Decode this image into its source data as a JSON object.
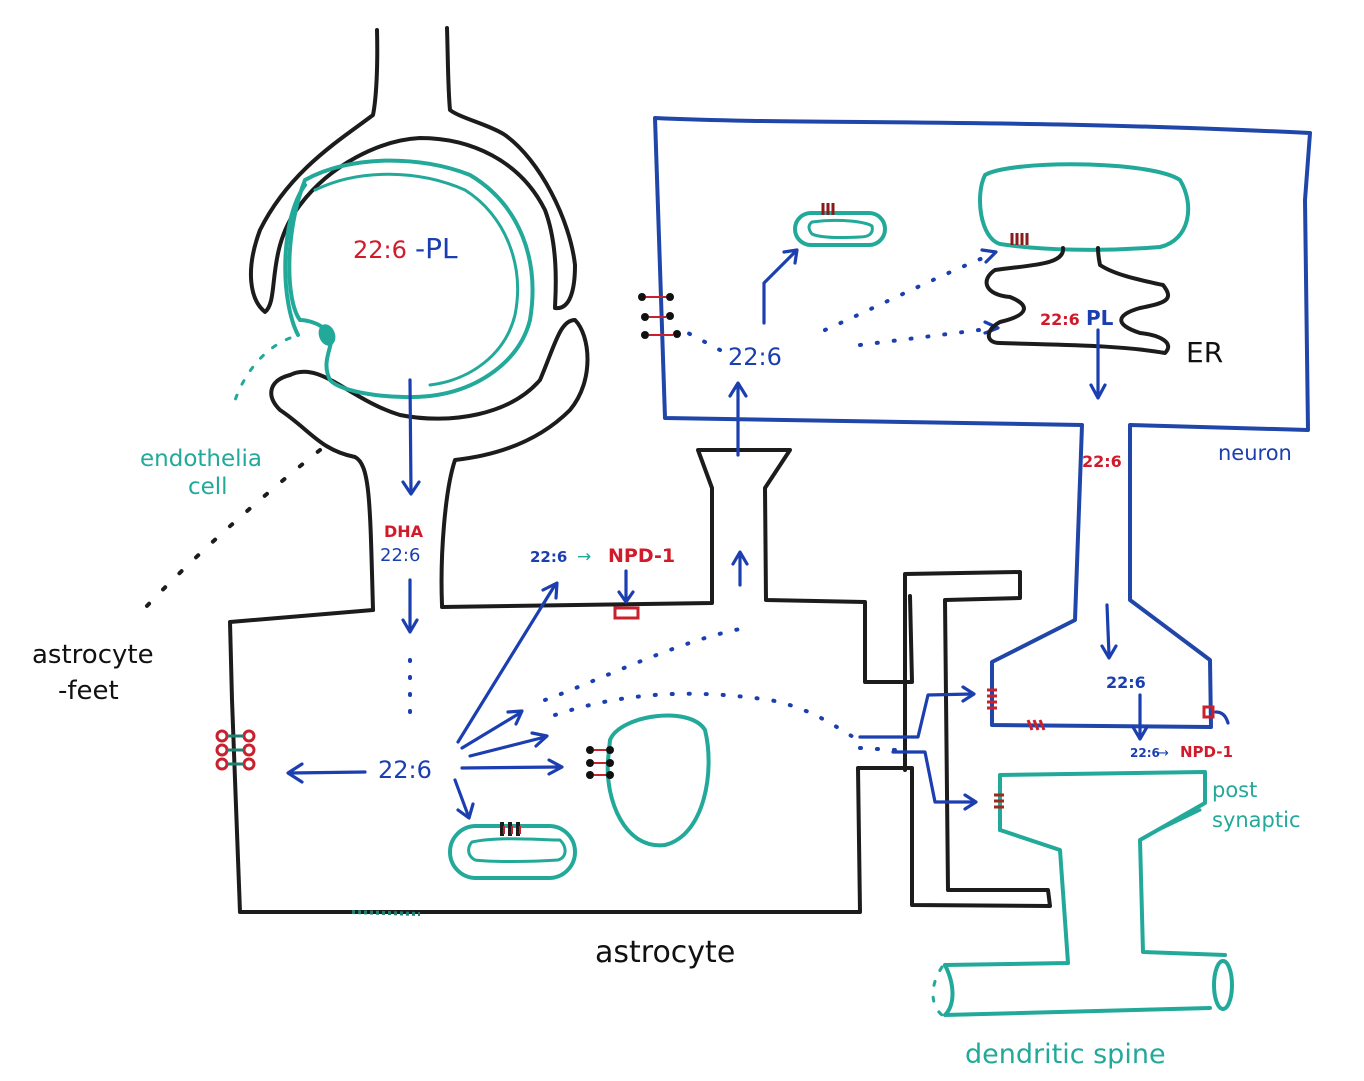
{
  "labels": {
    "endo_lumen_red": "22:6",
    "endo_lumen_blue": "-PL",
    "endothelia": "endothelia",
    "cell": "cell",
    "astrocyte_feet_1": "astrocyte",
    "astrocyte_feet_2": "-feet",
    "dha": "DHA",
    "dha_226": "22:6",
    "astro_center": "22:6",
    "astro_npd_in": "22:6",
    "astro_npd_arrow": "→",
    "astro_npd_out": "NPD-1",
    "astrocyte": "astrocyte",
    "neuron_226": "22:6",
    "er_red": "22:6",
    "er_blue": "PL",
    "er": "ER",
    "axon_226": "22:6",
    "neuron": "neuron",
    "terminal_226": "22:6",
    "terminal_npd_in": "22:6",
    "terminal_npd_arrow": "→",
    "terminal_npd_out": "NPD-1",
    "post": "post",
    "synaptic": "synaptic",
    "dendritic_spine": "dendritic spine"
  },
  "colors": {
    "fatty_acid_red": "#d11a2a",
    "arrow_blue": "#1b3fb0",
    "membrane_teal": "#22a99a",
    "neuron_blue": "#1f46a8",
    "outline_black": "#1c1c1c"
  }
}
